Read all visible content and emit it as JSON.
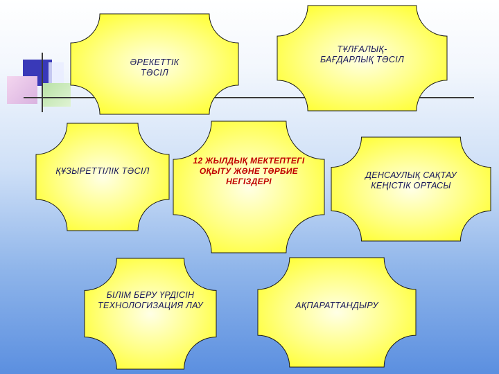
{
  "colors": {
    "shape_fill": "#ffff33",
    "shape_center": "#ffffe6",
    "title_text": "#c00000",
    "label_text": "#1a1a5a"
  },
  "center": {
    "label": "12 ЖЫЛДЫҚ МЕКТЕПТЕГІ ОҚЫТУ ЖӘНЕ ТӘРБИЕ НЕГІЗДЕРІ"
  },
  "nodes": {
    "areket": {
      "label": "ӘРЕКЕТТІК ТӘСІЛ"
    },
    "tulga": {
      "label": "ТҰЛҒАЛЫҚ-БАҒДАРЛЫҚ ТӘСІЛ"
    },
    "quzyret": {
      "label": "ҚҰЗЫРЕТТІЛІК ТӘСІЛ"
    },
    "densaulyq": {
      "label": "ДЕНСАУЛЫҚ САҚТАУ КЕҢІСТІК ОРТАСЫ"
    },
    "bilim": {
      "label": "БІЛІМ БЕРУ ҮРДІСІН ТЕХНОЛОГИЗАЦИЯ ЛАУ"
    },
    "aqparat": {
      "label": "АҚПАРАТТАНДЫРУ"
    }
  }
}
